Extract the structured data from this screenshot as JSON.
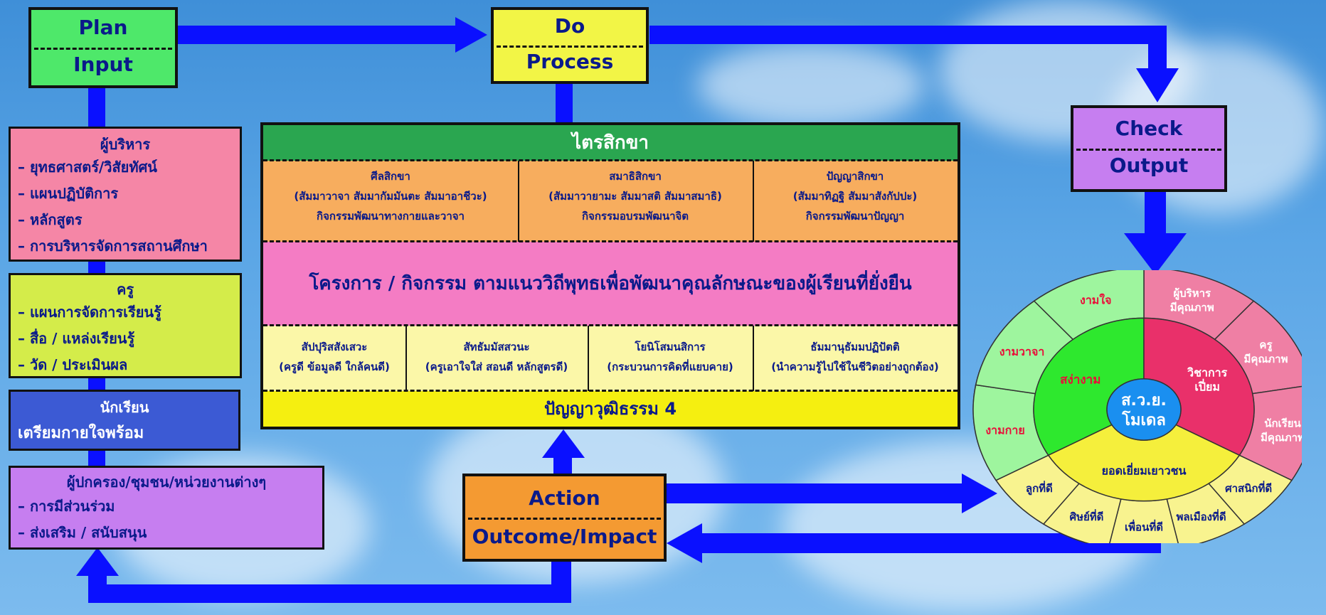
{
  "plan": {
    "top": "Plan",
    "bottom": "Input"
  },
  "do": {
    "top": "Do",
    "bottom": "Process"
  },
  "check": {
    "top": "Check",
    "bottom": "Output"
  },
  "action": {
    "top": "Action",
    "bottom": "Outcome/Impact"
  },
  "admin": {
    "title": "ผู้บริหาร",
    "items": [
      "– ยุทธศาสตร์/วิสัยทัศน์",
      "– แผนปฏิบัติการ",
      "– หลักสูตร",
      "– การบริหารจัดการสถานศึกษา"
    ]
  },
  "teacher": {
    "title": "ครู",
    "items": [
      "– แผนการจัดการเรียนรู้",
      "– สื่อ / แหล่งเรียนรู้",
      "– วัด / ประเมินผล"
    ]
  },
  "student": {
    "title": "นักเรียน",
    "sub": "เตรียมกายใจพร้อม"
  },
  "parents": {
    "title": "ผู้ปกครอง/ชุมชน/หน่วยงานต่างๆ",
    "items": [
      "– การมีส่วนร่วม",
      "– ส่งเสริม / สนับสนุน"
    ]
  },
  "process": {
    "header": "ไตรสิกขา",
    "cols": [
      {
        "l1": "ศีลสิกขา",
        "l2": "(สัมมาวาจา สัมมากัมมันตะ สัมมาอาชีวะ)",
        "l3": "กิจกรรมพัฒนาทางกายและวาจา"
      },
      {
        "l1": "สมาธิสิกขา",
        "l2": "(สัมมาวายามะ สัมมาสติ สัมมาสมาธิ)",
        "l3": "กิจกรรมอบรมพัฒนาจิต"
      },
      {
        "l1": "ปัญญาสิกขา",
        "l2": "(สัมมาทิฏฐิ สัมมาสังกัปปะ)",
        "l3": "กิจกรรมพัฒนาปัญญา"
      }
    ],
    "middle": "โครงการ / กิจกรรม ตามแนววิถีพุทธเพื่อพัฒนาคุณลักษณะของผู้เรียนที่ยั่งยืน",
    "bottom_cols": [
      {
        "l1": "สัปปุริสสังเสวะ",
        "l2": "(ครูดี ข้อมูลดี ใกล้คนดี)"
      },
      {
        "l1": "สัทธัมมัสสวนะ",
        "l2": "(ครูเอาใจใส่ สอนดี หลักสูตรดี)"
      },
      {
        "l1": "โยนิโสมนสิการ",
        "l2": "(กระบวนการคิดที่แยบคาย)"
      },
      {
        "l1": "ธัมมานุธัมมปฏิปัตติ",
        "l2": "(นำความรู้ไปใช้ในชีวิตอย่างถูกต้อง)"
      }
    ],
    "footer": "ปัญญาวุฒิธรรม 4"
  },
  "wheel": {
    "center_l1": "ส.ว.ย.",
    "center_l2": "โมเดล",
    "green_label": "สง่างาม",
    "pink_label_l1": "วิชาการ",
    "pink_label_l2": "เปี่ยม",
    "yellow_label": "ยอดเยี่ยมเยาวชน",
    "green_outer": [
      "งามใจ",
      "งามวาจา",
      "งามกาย"
    ],
    "pink_outer": [
      [
        "ผู้บริหาร",
        "มีคุณภาพ"
      ],
      [
        "ครู",
        "มีคุณภาพ"
      ],
      [
        "นักเรียน",
        "มีคุณภาพ"
      ]
    ],
    "yellow_outer": [
      "ศาสนิกที่ดี",
      "พลเมืองที่ดี",
      "เพื่อนที่ดี",
      "ศิษย์ที่ดี",
      "ลูกที่ดี"
    ],
    "colors": {
      "green": "#2ee82e",
      "green_outer": "#9ef59e",
      "pink": "#e9306a",
      "pink_outer": "#ef7fa4",
      "yellow": "#f5ef3c",
      "yellow_outer": "#f8f38f",
      "center": "#1a8ff0"
    }
  }
}
